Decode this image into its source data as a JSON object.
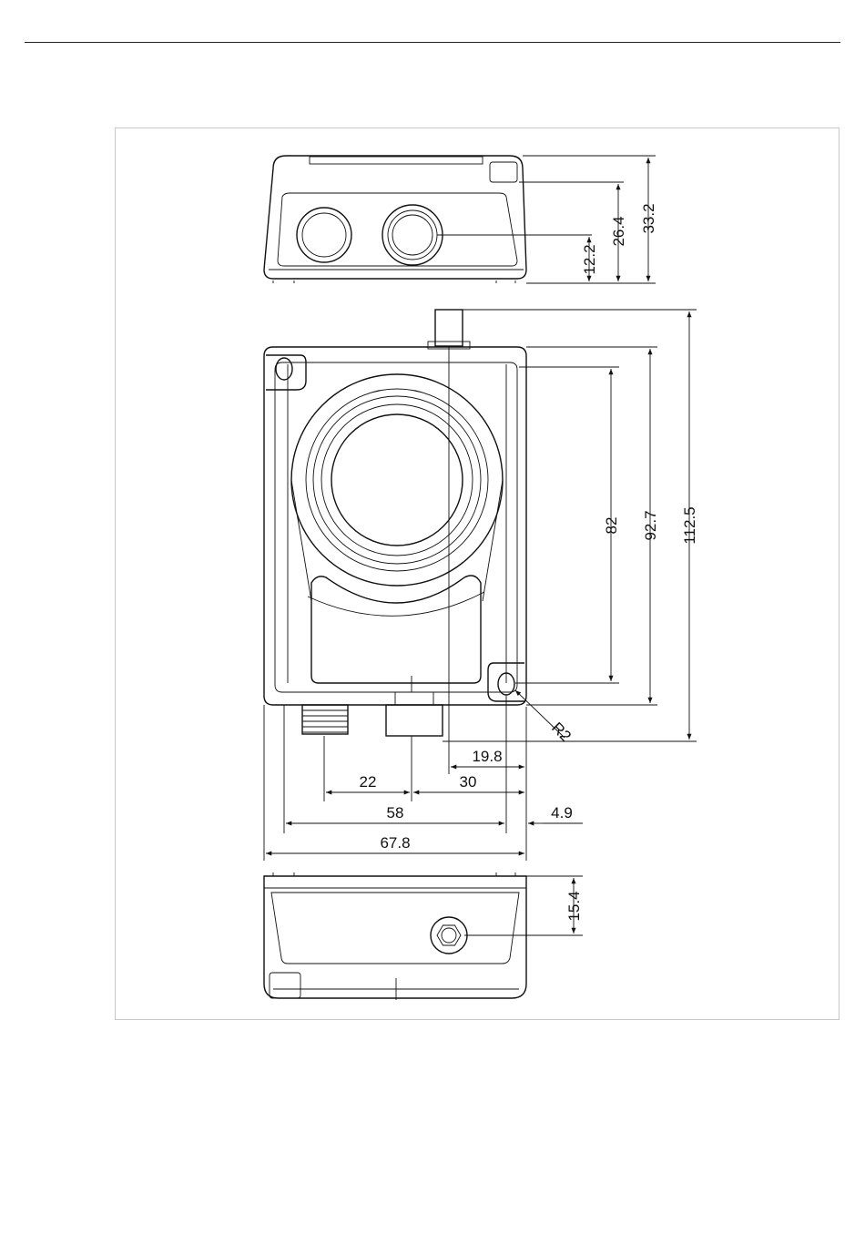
{
  "drawing": {
    "dimensions": {
      "top_view": {
        "height_total": "33.2",
        "height_upper": "26.4",
        "height_port": "12.2"
      },
      "front_view": {
        "height_overall": "112.5",
        "height_body": "92.7",
        "height_holes": "82",
        "radius": "R2",
        "offset_center": "19.8",
        "spacing_left": "22",
        "spacing_right": "30",
        "width_holes": "58",
        "edge_offset": "4.9",
        "width_overall": "67.8"
      },
      "bottom_view": {
        "height_port": "15.4"
      }
    }
  }
}
